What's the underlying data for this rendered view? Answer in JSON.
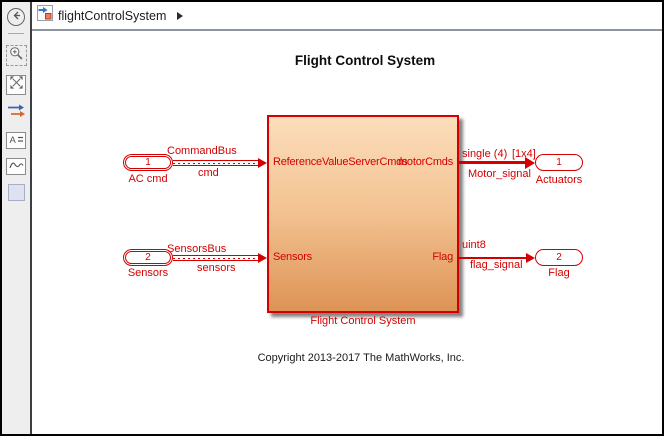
{
  "breadcrumb": {
    "model_name": "flightControlSystem"
  },
  "sidebar": {
    "icons": [
      "back",
      "zoom-in",
      "fit-to-view",
      "signal-arrows",
      "annotation-legend",
      "signal-scope",
      "highlight-square"
    ]
  },
  "canvas": {
    "title": "Flight Control System",
    "block": {
      "name": "Flight Control System",
      "in_ports": [
        "ReferenceValueServerCmds",
        "Sensors"
      ],
      "out_ports": [
        "motorCmds",
        "Flag"
      ]
    },
    "inports": [
      {
        "number": "1",
        "label": "AC cmd",
        "bus_label": "CommandBus",
        "signal_label": "cmd"
      },
      {
        "number": "2",
        "label": "Sensors",
        "bus_label": "SensorsBus",
        "signal_label": "sensors"
      }
    ],
    "outports": [
      {
        "number": "1",
        "label": "Actuators",
        "datatype": "single (4)",
        "dimensions": "[1x4]",
        "signal_label": "Motor_signal"
      },
      {
        "number": "2",
        "label": "Flag",
        "datatype": "uint8",
        "dimensions": "",
        "signal_label": "flag_signal"
      }
    ],
    "copyright": "Copyright 2013-2017 The MathWorks, Inc."
  },
  "colors": {
    "red": "#D40000",
    "block_top": "#FCDDBB",
    "block_bottom": "#DD9355",
    "arrow_blue": "#3A63B0",
    "arrow_orange": "#CF6A28"
  }
}
